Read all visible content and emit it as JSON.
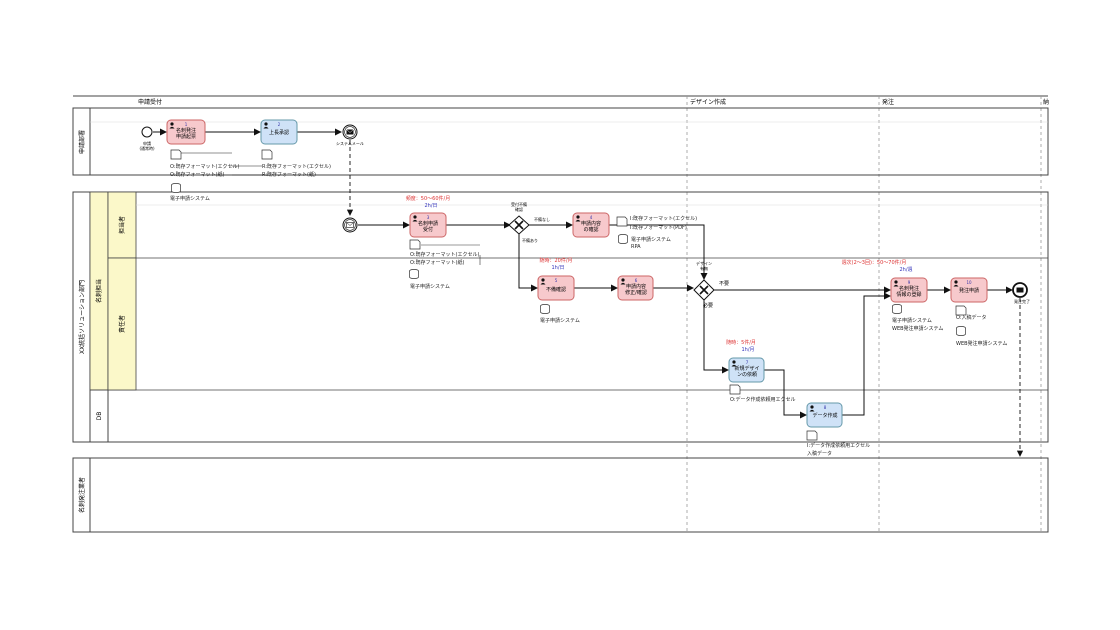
{
  "phases": [
    "申請受付",
    "デザイン作成",
    "発注",
    "納"
  ],
  "pools": {
    "top": "申請部署",
    "middle": "XX統括ソリューション部門",
    "bottom": "名刺発注業者"
  },
  "lanes": {
    "group": "名刺担当",
    "upper": "担当者",
    "lower": "責任者",
    "extra": "DB"
  },
  "tasks": {
    "t1": {
      "num": "1",
      "label1": "名刺発注",
      "label2": "申請起票"
    },
    "t2": {
      "num": "2",
      "label1": "上長承認",
      "label2": ""
    },
    "t3": {
      "num": "3",
      "label1": "名刺申請",
      "label2": "受付"
    },
    "t4": {
      "num": "4",
      "label1": "申請内容",
      "label2": "の確認"
    },
    "t5": {
      "num": "5",
      "label1": "不備確認",
      "label2": ""
    },
    "t6": {
      "num": "6",
      "label1": "申請内容",
      "label2": "修正/確認"
    },
    "t7": {
      "num": "7",
      "label1": "新規デザイ",
      "label2": "ンの依頼"
    },
    "t8": {
      "num": "8",
      "label1": "データ作成",
      "label2": ""
    },
    "t9": {
      "num": "9",
      "label1": "名刺発注",
      "label2": "情報の登録"
    },
    "t10": {
      "num": "10",
      "label1": "発注申請",
      "label2": ""
    }
  },
  "events": {
    "start": "申請",
    "start2": "(通常時)",
    "sysmail": "システムメール",
    "end": "発注完了"
  },
  "gateways": {
    "g1_top": "受付不備",
    "g1_top2": "確認",
    "g1_right": "不備なし",
    "g1_bottom": "不備あり",
    "g2_top": "デザイン",
    "g2_top2": "有無",
    "g2_right": "不要",
    "g2_bottom": "必要"
  },
  "annotations": {
    "a1": "頻度：50～60件/月",
    "a1b": "2h/日",
    "a2": "随時：20件/月",
    "a2b": "1h/日",
    "a3": "随時：5件/月",
    "a3b": "1h/月",
    "a4": "週次(2～3回)：50～70件/月",
    "a4b": "2h/週"
  },
  "artifacts": {
    "d1a": "O:既存フォーマット(エクセル)",
    "d1b": "O:既存フォーマット(紙)",
    "d2a": "R:既存フォーマット(エクセル)",
    "d2b": "R:既存フォーマット(紙)",
    "db1": "電子申請システム",
    "d3a": "O:既存フォーマット(エクセル)",
    "d3b": "O:既存フォーマット(紙)",
    "db3": "電子申請システム",
    "d4a": "I:既存フォーマット(エクセル)",
    "d4b": "I:既存フォーマット(PDF)",
    "db4": "電子申請システム",
    "db4b": "RPA",
    "db5": "電子申請システム",
    "d7": "O:データ作成依頼用エクセル",
    "d8a": "I:データ作成依頼用エクセル",
    "d8b": "入稿データ",
    "db9a": "電子申請システム",
    "db9b": "WEB発注申請システム",
    "d10": "O:入稿データ",
    "db10": "WEB発注申請システム"
  },
  "colors": {
    "pink": "#f7c9cc",
    "blue": "#cfe2f7",
    "yellow": "#fbf8c9"
  }
}
